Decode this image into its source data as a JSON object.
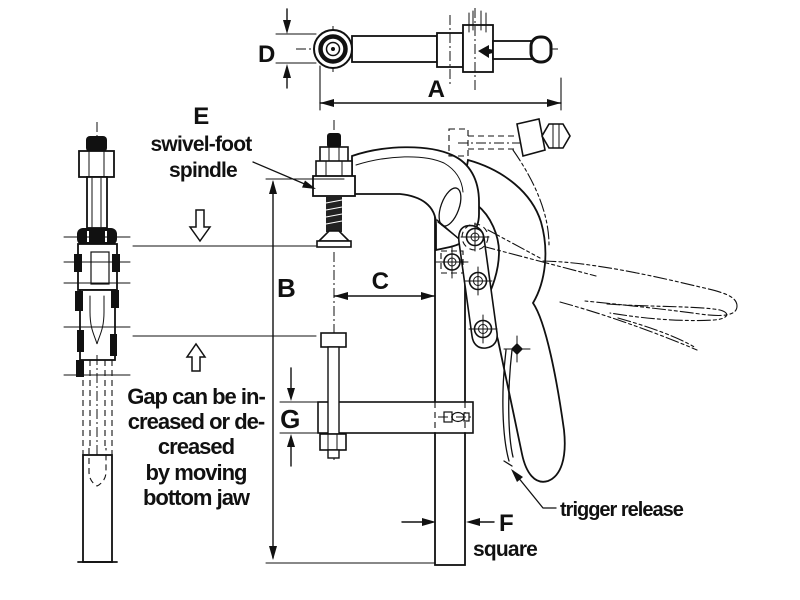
{
  "page": {
    "background": "#ffffff",
    "ink": "#111111"
  },
  "dimension_labels": {
    "a": "A",
    "b": "B",
    "c": "C",
    "d": "D",
    "e": "E",
    "f": "F",
    "g": "G"
  },
  "annotations": {
    "swivel_foot_line1": "swivel-foot",
    "swivel_foot_line2": "spindle",
    "gap_note_lines": [
      "Gap can be in-",
      "creased or de-",
      "creased",
      "by moving",
      "bottom jaw"
    ],
    "trigger_release": "trigger release",
    "square_label": "square"
  }
}
